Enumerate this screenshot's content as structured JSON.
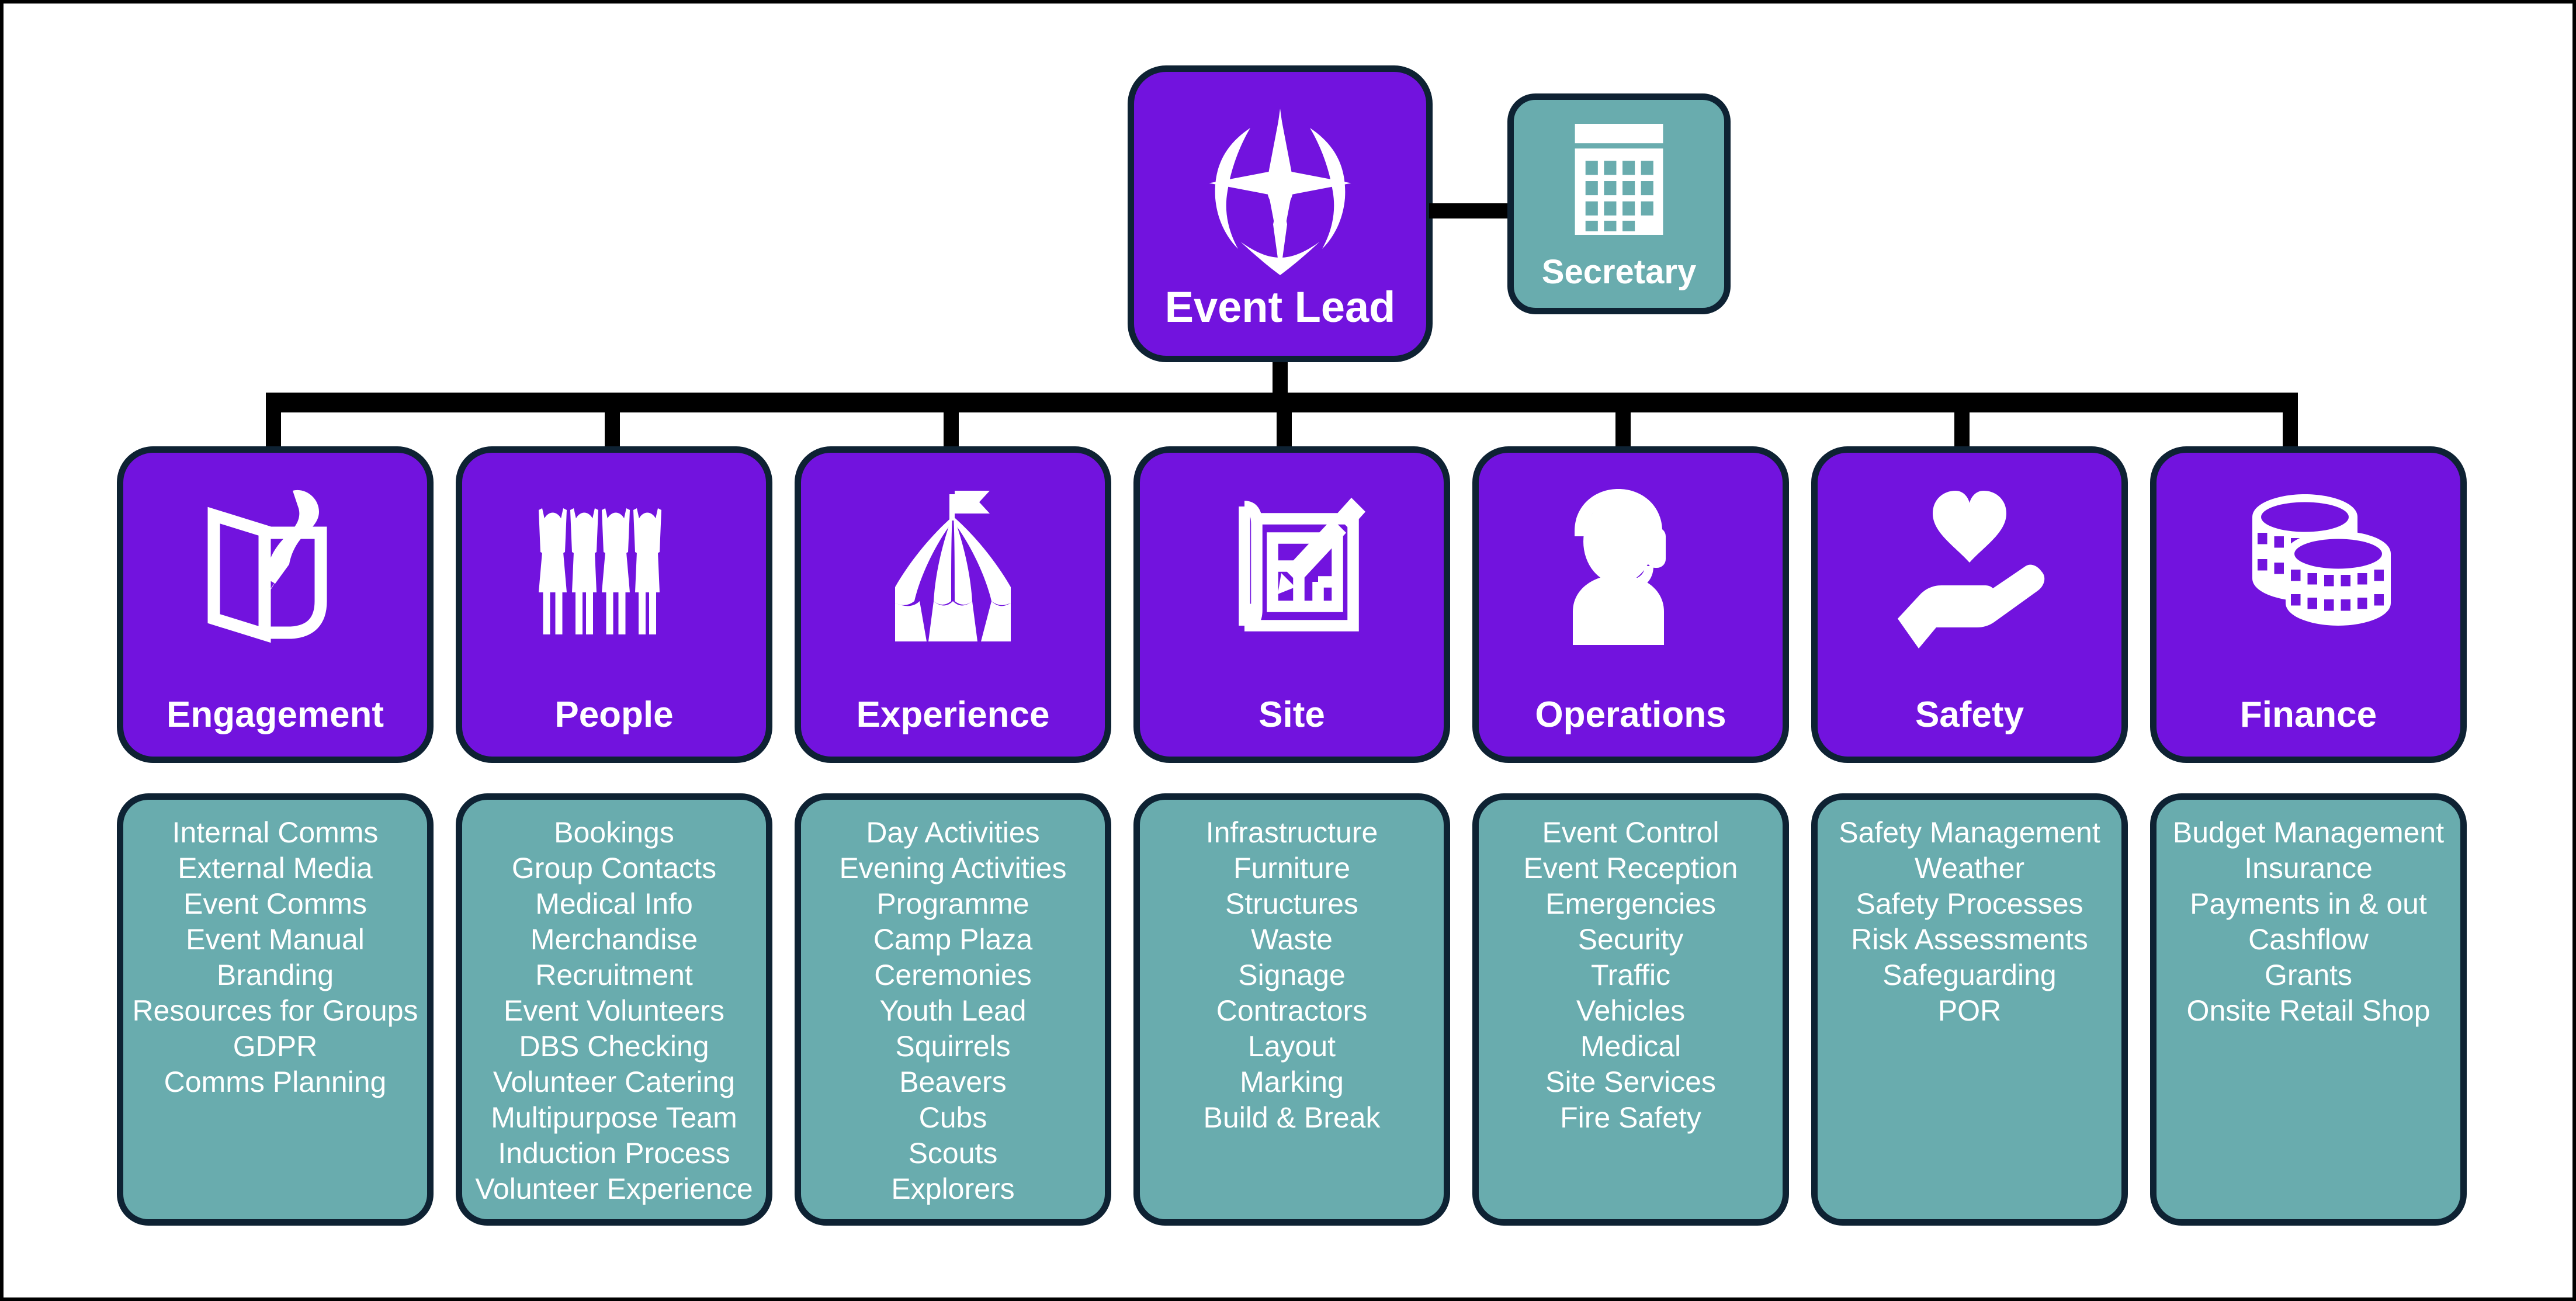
{
  "colors": {
    "primary_purple": "#7213DE",
    "secondary_teal": "#69ACAE",
    "border_navy": "#0E2233",
    "connector_black": "#000000",
    "text_white": "#FFFFFF",
    "background": "#FFFFFF"
  },
  "top": {
    "lead": {
      "label": "Event Lead",
      "icon": "compass-icon"
    },
    "secretary": {
      "label": "Secretary",
      "icon": "calendar-icon"
    }
  },
  "categories": [
    {
      "label": "Engagement",
      "icon": "pinned-note-icon",
      "items": [
        "Internal Comms",
        "External Media",
        "Event Comms",
        "Event Manual",
        "Branding",
        "Resources for Groups",
        "GDPR",
        "Comms Planning"
      ]
    },
    {
      "label": "People",
      "icon": "people-raised-arms-icon",
      "items": [
        "Bookings",
        "Group Contacts",
        "Medical Info",
        "Merchandise",
        "Recruitment",
        "Event Volunteers",
        "DBS Checking",
        "Volunteer Catering",
        "Multipurpose Team",
        "Induction Process",
        "Volunteer Experience"
      ]
    },
    {
      "label": "Experience",
      "icon": "circus-tent-icon",
      "items": [
        "Day Activities",
        "Evening Activities",
        "Programme",
        "Camp Plaza",
        "Ceremonies",
        "Youth Lead",
        "Squirrels",
        "Beavers",
        "Cubs",
        "Scouts",
        "Explorers"
      ]
    },
    {
      "label": "Site",
      "icon": "blueprint-pencil-icon",
      "items": [
        "Infrastructure",
        "Furniture",
        "Structures",
        "Waste",
        "Signage",
        "Contractors",
        "Layout",
        "Marking",
        "Build & Break"
      ]
    },
    {
      "label": "Operations",
      "icon": "headset-operator-icon",
      "items": [
        "Event Control",
        "Event Reception",
        "Emergencies",
        "Security",
        "Traffic",
        "Vehicles",
        "Medical",
        "Site Services",
        "Fire Safety"
      ]
    },
    {
      "label": "Safety",
      "icon": "heart-in-hand-icon",
      "items": [
        "Safety Management",
        "Weather",
        "Safety Processes",
        "Risk Assessments",
        "Safeguarding",
        "POR"
      ]
    },
    {
      "label": "Finance",
      "icon": "coins-stack-icon",
      "items": [
        "Budget Management",
        "Insurance",
        "Payments in & out",
        "Cashflow",
        "Grants",
        "Onsite Retail Shop"
      ]
    }
  ]
}
